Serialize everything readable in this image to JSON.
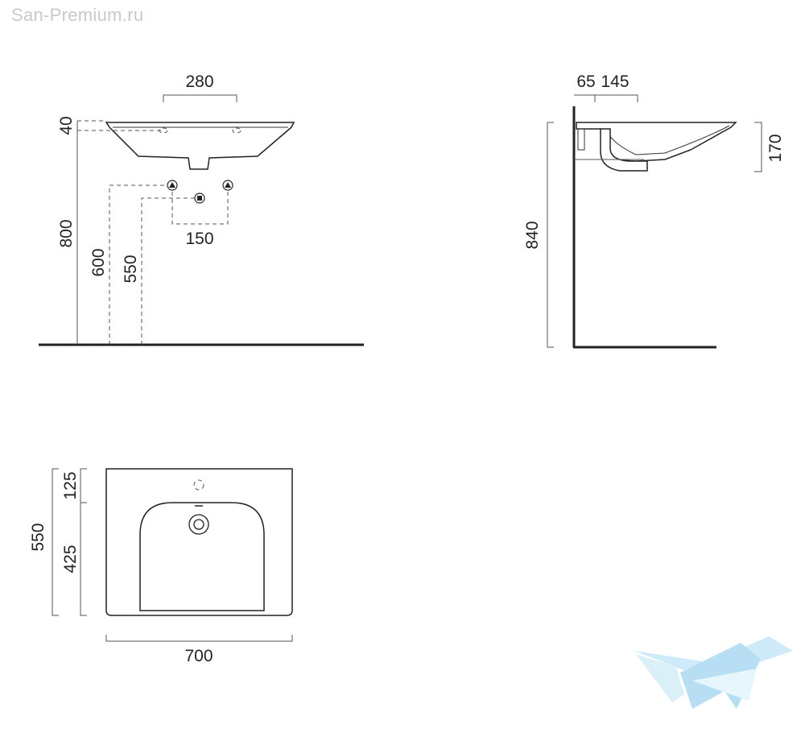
{
  "watermark": "San-Premium.ru",
  "front_view": {
    "dims": {
      "top_width": "280",
      "rim_height": "40",
      "install_height": "800",
      "tap_height": "600",
      "drain_height": "550",
      "tap_spacing": "150"
    }
  },
  "side_view": {
    "dims": {
      "wall_offset": "65",
      "depth_offset": "145",
      "bowl_height": "170",
      "total_height": "840"
    }
  },
  "top_view": {
    "dims": {
      "depth_total": "550",
      "depth_back": "125",
      "depth_front": "425",
      "width": "700"
    }
  },
  "colors": {
    "line": "#222222",
    "dimension": "#555555",
    "watermark": "#c9c9c9",
    "logo": "#9fd3ef"
  }
}
